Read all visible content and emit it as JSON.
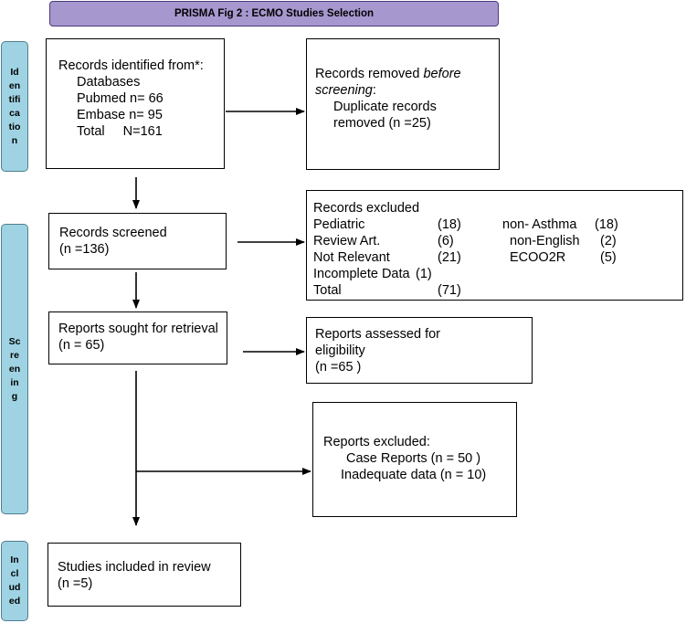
{
  "title": "PRISMA Fig 2 : ECMO Studies Selection",
  "phases": {
    "identification": [
      "Id",
      "en",
      "tifi",
      "ca",
      "tio",
      "n"
    ],
    "screening": [
      "Sc",
      "re",
      "en",
      "in",
      "g"
    ],
    "included": [
      "In",
      "cl",
      "ud",
      "ed"
    ]
  },
  "identified": {
    "heading": "Records identified from*:",
    "databases": "Databases",
    "pubmed": "Pubmed n= 66",
    "embase": "Embase n= 95",
    "total_label": "Total",
    "total_value": "N=161"
  },
  "removed": {
    "heading_a": "Records removed ",
    "heading_b": "before",
    "heading_c": "screening",
    "heading_d": ":",
    "line1": "Duplicate records",
    "line2": "removed (n =25)"
  },
  "screened": {
    "line1": "Records screened",
    "line2": "(n =136)"
  },
  "excluded": {
    "heading": "Records excluded",
    "rows": [
      {
        "label": "Pediatric",
        "count": "(18)",
        "label2": "non- Asthma",
        "count2": "(18)"
      },
      {
        "label": "Review Art.",
        "count": "(6)",
        "label2": "non-English",
        "count2": "(2)"
      },
      {
        "label": "Not Relevant",
        "count": "(21)",
        "label2": "ECOO2R",
        "count2": "(5)"
      },
      {
        "label": "Incomplete Data",
        "count": "(1)",
        "label2": "",
        "count2": ""
      },
      {
        "label": "Total",
        "count": "(71)",
        "label2": "",
        "count2": ""
      }
    ]
  },
  "sought": {
    "line1": "Reports sought for retrieval",
    "line2": "(n = 65)"
  },
  "assessed": {
    "line1": "Reports assessed for",
    "line2": "eligibility",
    "line3": "(n =65 )"
  },
  "reports_excluded": {
    "heading": "Reports excluded:",
    "line1": "Case Reports (n = 50 )",
    "line2": "Inadequate data (n = 10)"
  },
  "included": {
    "line1": "Studies included in review",
    "line2": "(n =5)"
  }
}
